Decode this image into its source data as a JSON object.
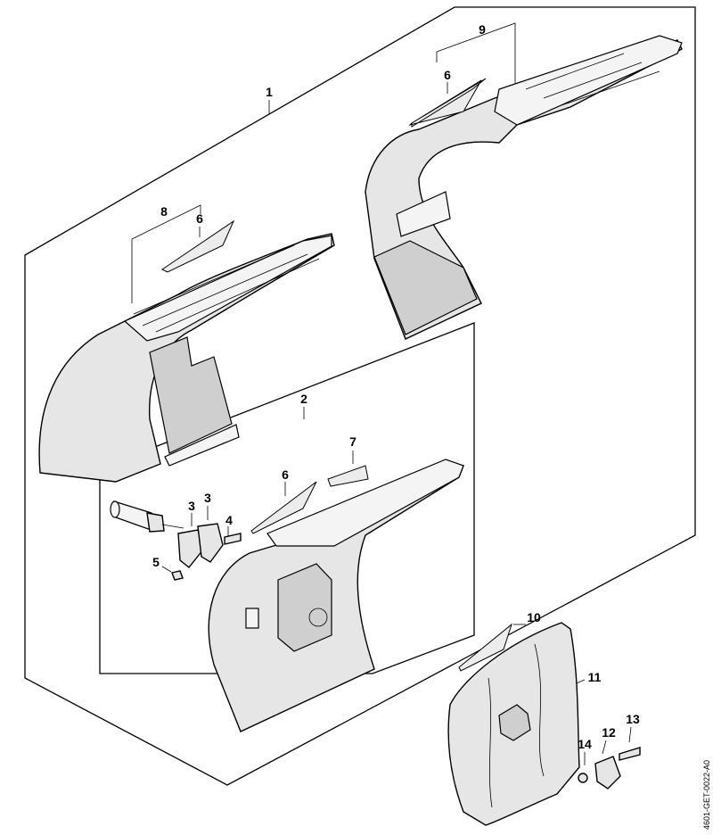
{
  "diagram": {
    "callouts": {
      "c1": "1",
      "c2": "2",
      "c3a": "3",
      "c3b": "3",
      "c4": "4",
      "c5": "5",
      "c6a": "6",
      "c6b": "6",
      "c6c": "6",
      "c7": "7",
      "c8": "8",
      "c9": "9",
      "c10": "10",
      "c11": "11",
      "c12": "12",
      "c13": "13",
      "c14": "14"
    },
    "reference_code": "4601-GET-0022-A0"
  }
}
